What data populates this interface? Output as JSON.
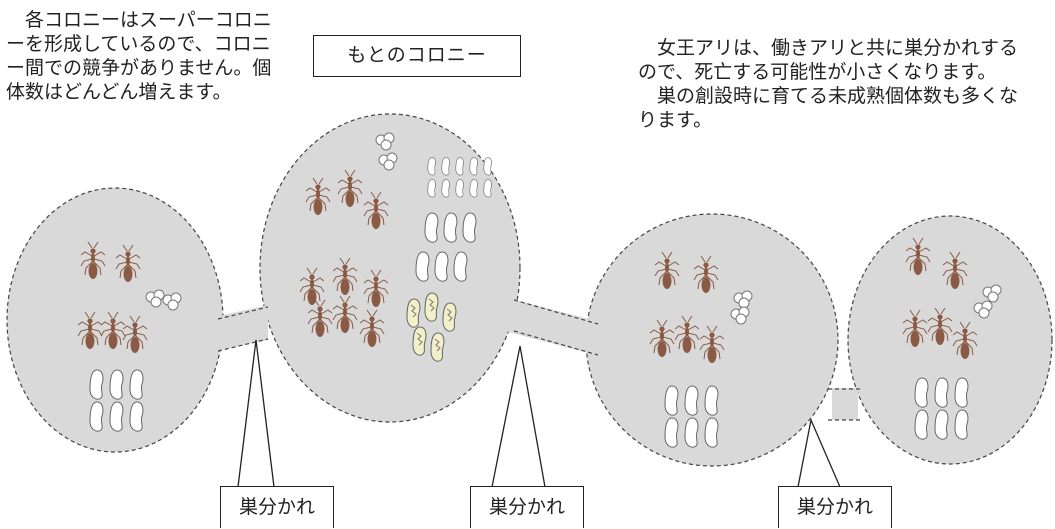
{
  "text_left": [
    "各コロニーはスーパーコロニーを形成しているので、コロニー間での競争がありません。個体数はどんどん増えます。"
  ],
  "text_right": [
    "女王アリは、働きアリと共に巣分かれするので、死亡する可能性が小さくなります。",
    "巣の創設時に育てる未成熟個体数も多くなります。"
  ],
  "title_label": "もとのコロニー",
  "split_labels": [
    "巣分かれ",
    "巣分かれ",
    "巣分かれ"
  ],
  "colors": {
    "colony_fill": "#d9d9d9",
    "ant": "#8b5a45",
    "egg": "#ffffff",
    "pupa": "#f2efc9"
  },
  "icons": [
    "ant-icon",
    "larva-icon",
    "pupa-icon",
    "egg-cluster-icon"
  ]
}
